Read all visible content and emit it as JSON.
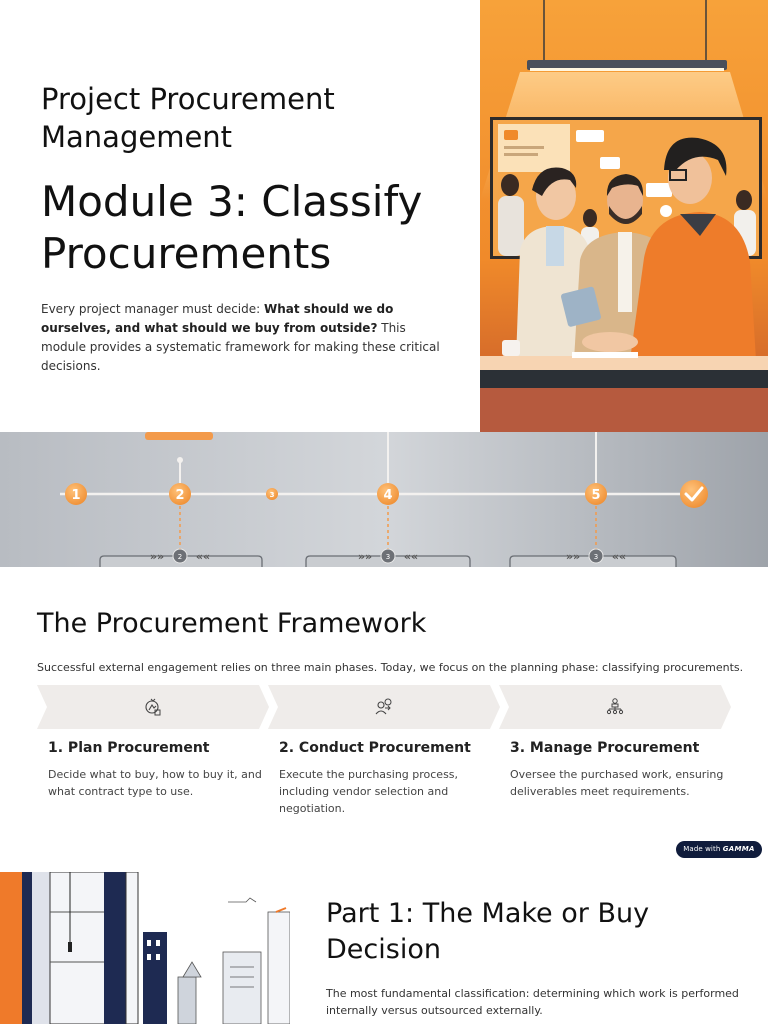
{
  "slide1": {
    "course_title": "Project Procurement Management",
    "module_title": "Module 3: Classify Procurements",
    "body_intro": "Every project manager must decide: ",
    "body_bold": "What should we do ourselves, and what should we buy from outside?",
    "body_rest": " This module provides a systematic framework for making these critical decisions.",
    "hero_icon": "office-meeting-illustration"
  },
  "band": {
    "steps": [
      "1",
      "2",
      "3",
      "4",
      "5"
    ],
    "sub_steps": [
      "2",
      "3",
      "3"
    ],
    "arrow_left": "»»",
    "arrow_right": "««",
    "accent": "#f39a4a"
  },
  "slide2": {
    "title": "The Procurement Framework",
    "subtitle": "Successful external engagement relies on three main phases. Today, we focus on the planning phase: classifying procurements.",
    "phases": [
      {
        "title": "1. Plan Procurement",
        "description": "Decide what to buy, how to buy it, and what contract type to use.",
        "icon": "plan-hand-icon"
      },
      {
        "title": "2. Conduct Procurement",
        "description": "Execute the purchasing process, including vendor selection and negotiation.",
        "icon": "vendor-exchange-icon"
      },
      {
        "title": "3. Manage Procurement",
        "description": "Oversee the purchased work, ensuring deliverables meet requirements.",
        "icon": "team-hierarchy-icon"
      }
    ],
    "badge_prefix": "Made with",
    "badge_brand": "GAMMA"
  },
  "slide3": {
    "title": "Part 1: The Make or Buy Decision",
    "body": "The most fundamental classification: determining which work is performed internally versus outsourced externally.",
    "illustration_icon": "city-buildings-illustration"
  },
  "colors": {
    "orange": "#f2902f",
    "dark_navy": "#101c3c",
    "chevron_fill": "#efecea"
  }
}
